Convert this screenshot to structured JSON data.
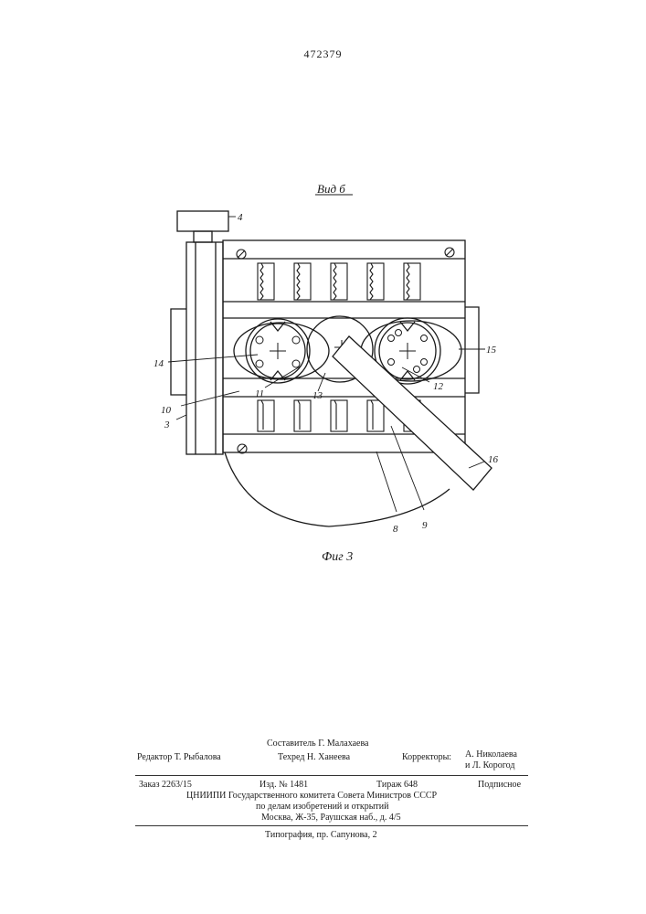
{
  "patent_number": "472379",
  "figure": {
    "view_label": "Вид б",
    "caption": "Фиг 3",
    "callouts": [
      "4",
      "14",
      "15",
      "10",
      "3",
      "11",
      "13",
      "12",
      "16",
      "8",
      "9"
    ]
  },
  "colophon": {
    "compiler": "Составитель Г. Малахаева",
    "editor": "Редактор Т. Рыбалова",
    "techred": "Техред Н. Ханеева",
    "correctors_label": "Корректоры:",
    "corrector_1": "А. Николаева",
    "corrector_2": "и Л. Корогод",
    "order": "Заказ 2263/15",
    "edition": "Изд. № 1481",
    "circulation": "Тираж 648",
    "subscription": "Подписное",
    "org_line_1": "ЦНИИПИ Государственного комитета Совета Министров СССР",
    "org_line_2": "по делам изобретений и открытий",
    "address": "Москва, Ж-35, Раушская наб., д. 4/5",
    "printer": "Типография, пр. Сапунова, 2"
  }
}
